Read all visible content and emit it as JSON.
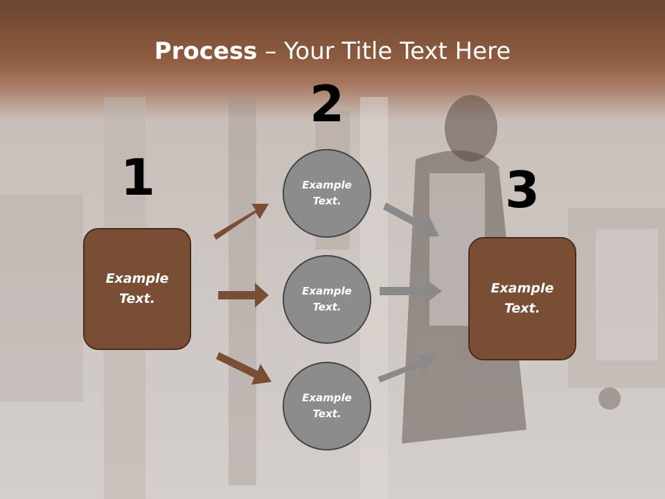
{
  "title": {
    "bold": "Process",
    "rest": " – Your Title Text Here"
  },
  "steps": {
    "one": "1",
    "two": "2",
    "three": "3"
  },
  "left_box": {
    "line1": "Example",
    "line2": "Text."
  },
  "right_box": {
    "line1": "Example",
    "line2": "Text."
  },
  "circles": [
    {
      "line1": "Example",
      "line2": "Text."
    },
    {
      "line1": "Example",
      "line2": "Text."
    },
    {
      "line1": "Example",
      "line2": "Text."
    }
  ],
  "colors": {
    "header": "#8e5c40",
    "box_fill": "#7a4e35",
    "box_border": "#4a2c1c",
    "circle_fill": "#8c8c8c",
    "brown_arrow": "#7a4e35",
    "gray_arrow": "#8a8a8a"
  }
}
